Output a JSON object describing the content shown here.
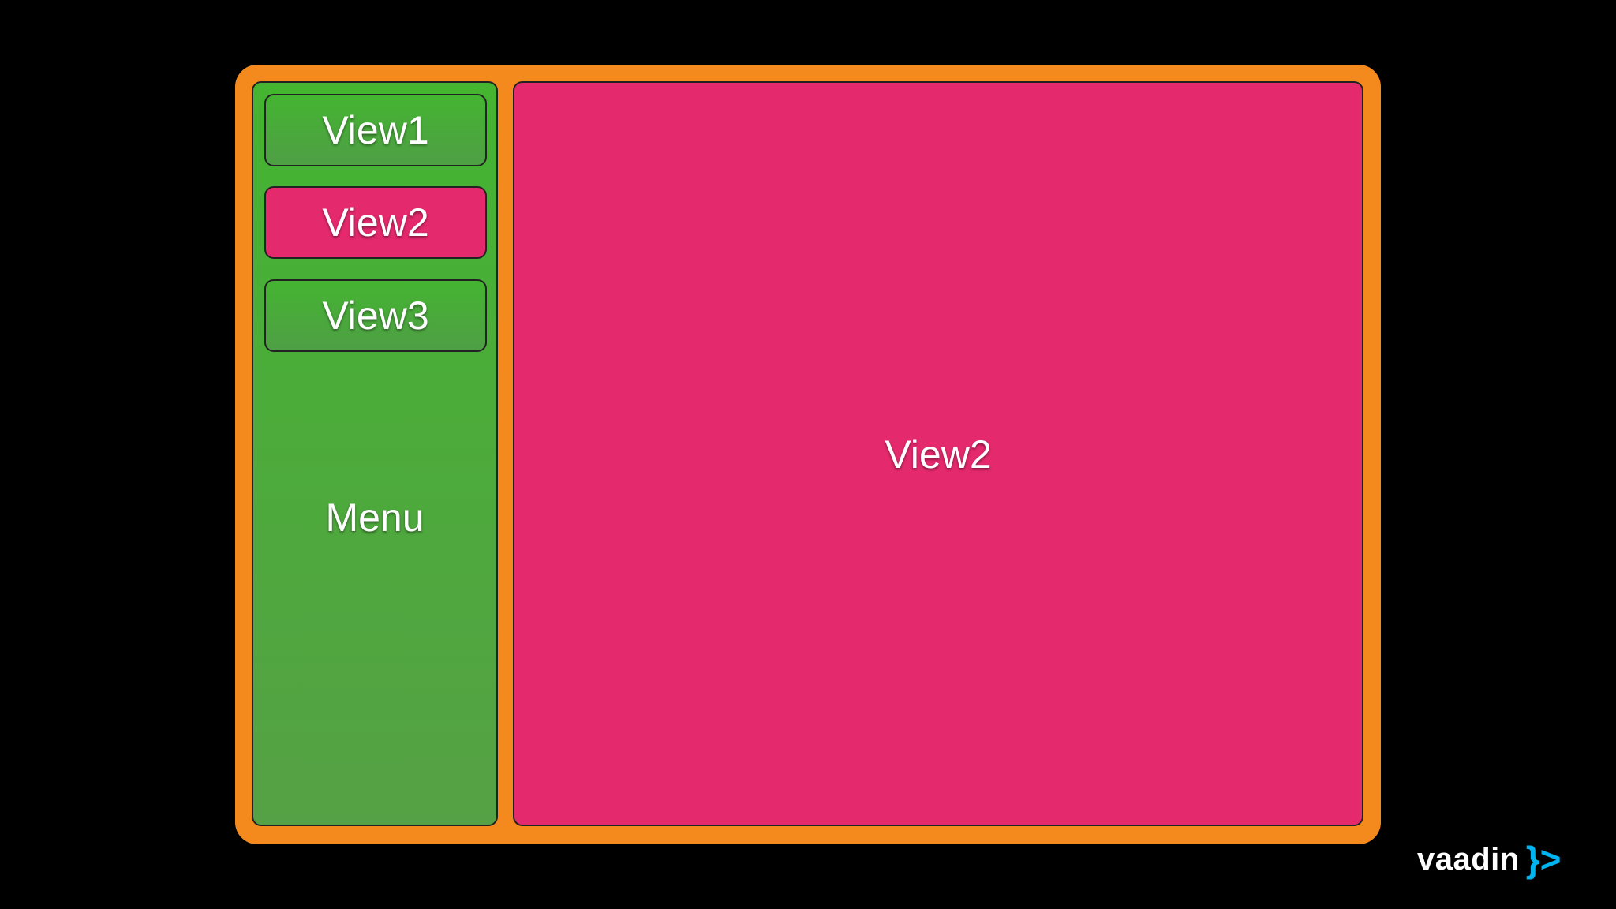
{
  "menu": {
    "buttons": [
      {
        "label": "View1",
        "state": "inactive"
      },
      {
        "label": "View2",
        "state": "active"
      },
      {
        "label": "View3",
        "state": "inactive"
      }
    ],
    "label": "Menu"
  },
  "content": {
    "label": "View2"
  },
  "logo": {
    "text": "vaadin",
    "mark": "}>"
  },
  "colors": {
    "background": "#000000",
    "frame": "#f48a1e",
    "menu": "#44b431",
    "active": "#e5296d",
    "logo_accent": "#00b4f0"
  }
}
